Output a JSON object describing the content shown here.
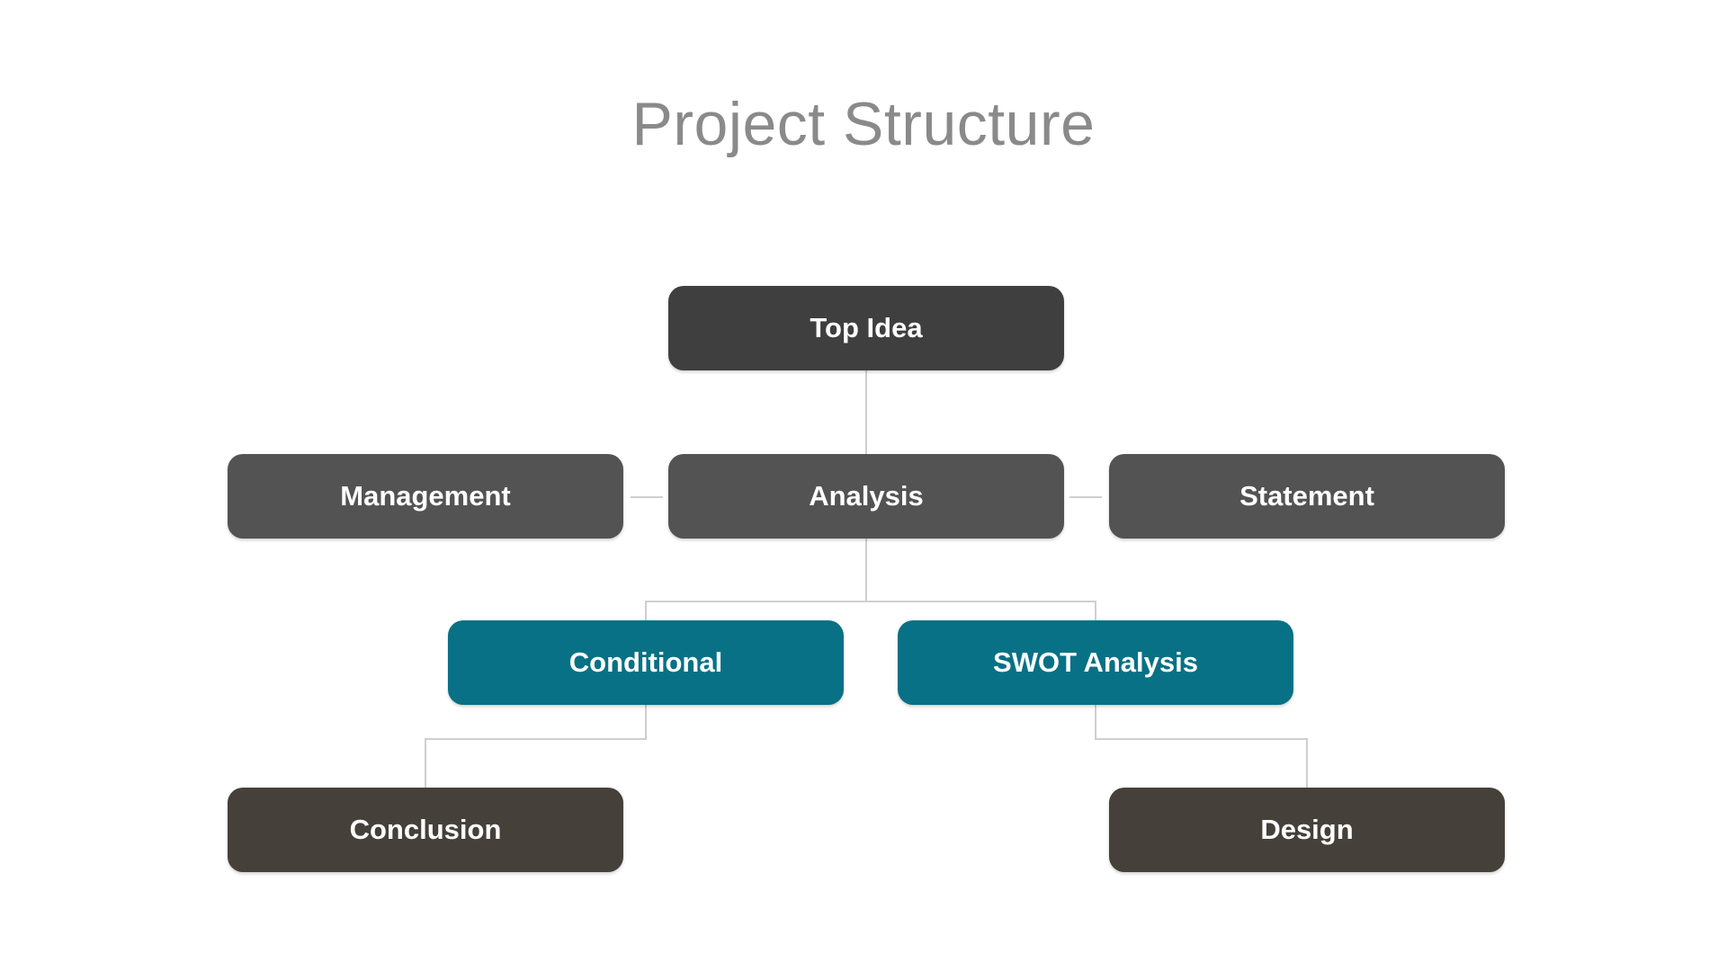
{
  "slide": {
    "title": "Project Structure",
    "title_color": "#8a8a8a",
    "background": "#ffffff"
  },
  "diagram": {
    "type": "hierarchy-flowchart",
    "connector_color": "#cfcfcf",
    "node_text_color": "#ffffff",
    "nodes": {
      "top_idea": {
        "label": "Top Idea",
        "color": "#3f3f3f",
        "row": 1
      },
      "management": {
        "label": "Management",
        "color": "#535353",
        "row": 2
      },
      "analysis": {
        "label": "Analysis",
        "color": "#535353",
        "row": 2
      },
      "statement": {
        "label": "Statement",
        "color": "#535353",
        "row": 2
      },
      "conditional": {
        "label": "Conditional",
        "color": "#087185",
        "row": 3
      },
      "swot": {
        "label": "SWOT Analysis",
        "color": "#087185",
        "row": 3
      },
      "conclusion": {
        "label": "Conclusion",
        "color": "#46403b",
        "row": 4
      },
      "design": {
        "label": "Design",
        "color": "#46403b",
        "row": 4
      }
    },
    "edges": [
      {
        "from": "top_idea",
        "to": "analysis"
      },
      {
        "from": "management",
        "to": "analysis"
      },
      {
        "from": "analysis",
        "to": "statement"
      },
      {
        "from": "analysis",
        "to": "conditional"
      },
      {
        "from": "analysis",
        "to": "swot"
      },
      {
        "from": "conditional",
        "to": "conclusion"
      },
      {
        "from": "swot",
        "to": "design"
      }
    ]
  }
}
